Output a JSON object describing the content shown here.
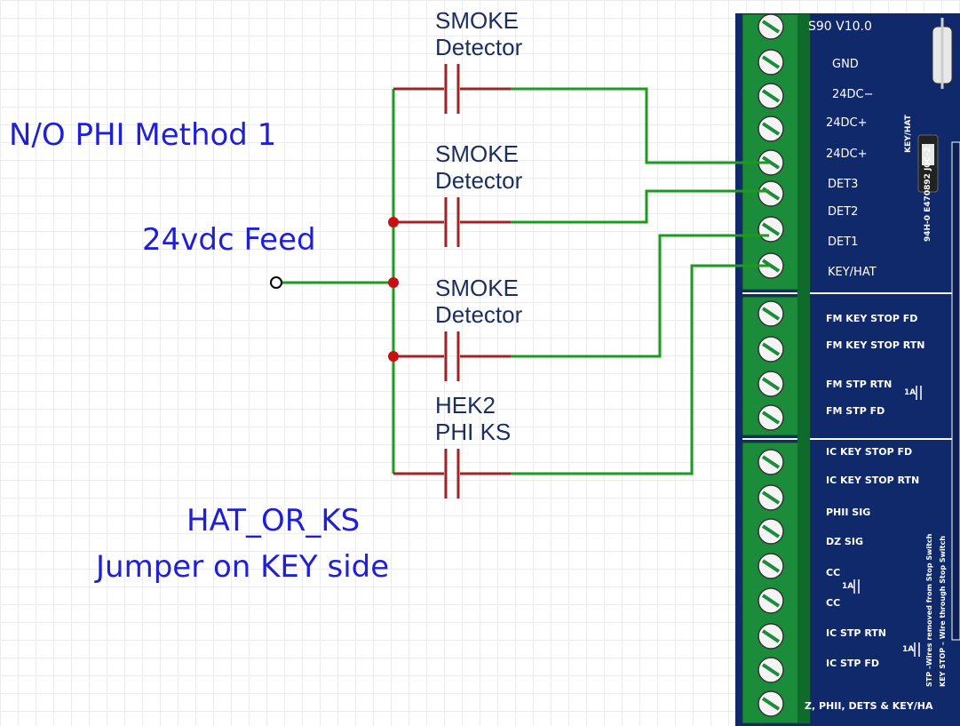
{
  "labels": {
    "title": "N/O PHI Method 1",
    "feed": "24vdc Feed",
    "jumper_line1": "HAT_OR_KS",
    "jumper_line2": "Jumper on KEY side"
  },
  "devices": [
    {
      "line1": "SMOKE",
      "line2": "Detector"
    },
    {
      "line1": "SMOKE",
      "line2": "Detector"
    },
    {
      "line1": "SMOKE",
      "line2": "Detector"
    },
    {
      "line1": "HEK2",
      "line2": "PHI KS"
    }
  ],
  "board": {
    "version": "S90  V10.0",
    "terminals_top": [
      "GND",
      "24DC−",
      "24DC+",
      "24DC+",
      "DET3",
      "DET2",
      "DET1",
      "KEY/HAT"
    ],
    "terminals_mid": [
      "FM KEY STOP FD",
      "FM KEY STOP RTN",
      "FM STP RTN",
      "FM STP FD"
    ],
    "terminals_bottom": [
      "IC KEY STOP FD",
      "IC KEY STOP RTN",
      "PHII SIG",
      "DZ SIG",
      "CC",
      "CC",
      "IC STP RTN",
      "IC STP FD"
    ],
    "jumper_label": "KEY/HAT",
    "part_number": "94H-0 E470892 J0C-2",
    "side_note_1": "STP –Wires removed from Stop Switch",
    "side_note_2": "KEY STOP – Wire through Stop Switch",
    "bottom_label": "Z, PHII, DETS & KEY/HA",
    "cap_label": "1A"
  },
  "colors": {
    "wire_green": "#1e9a1e",
    "wire_red": "#a02424",
    "node_red": "#c81010",
    "text_blue": "#1f1fd6",
    "pcb_blue": "#10296b",
    "terminal_green": "#1a8c3a"
  }
}
